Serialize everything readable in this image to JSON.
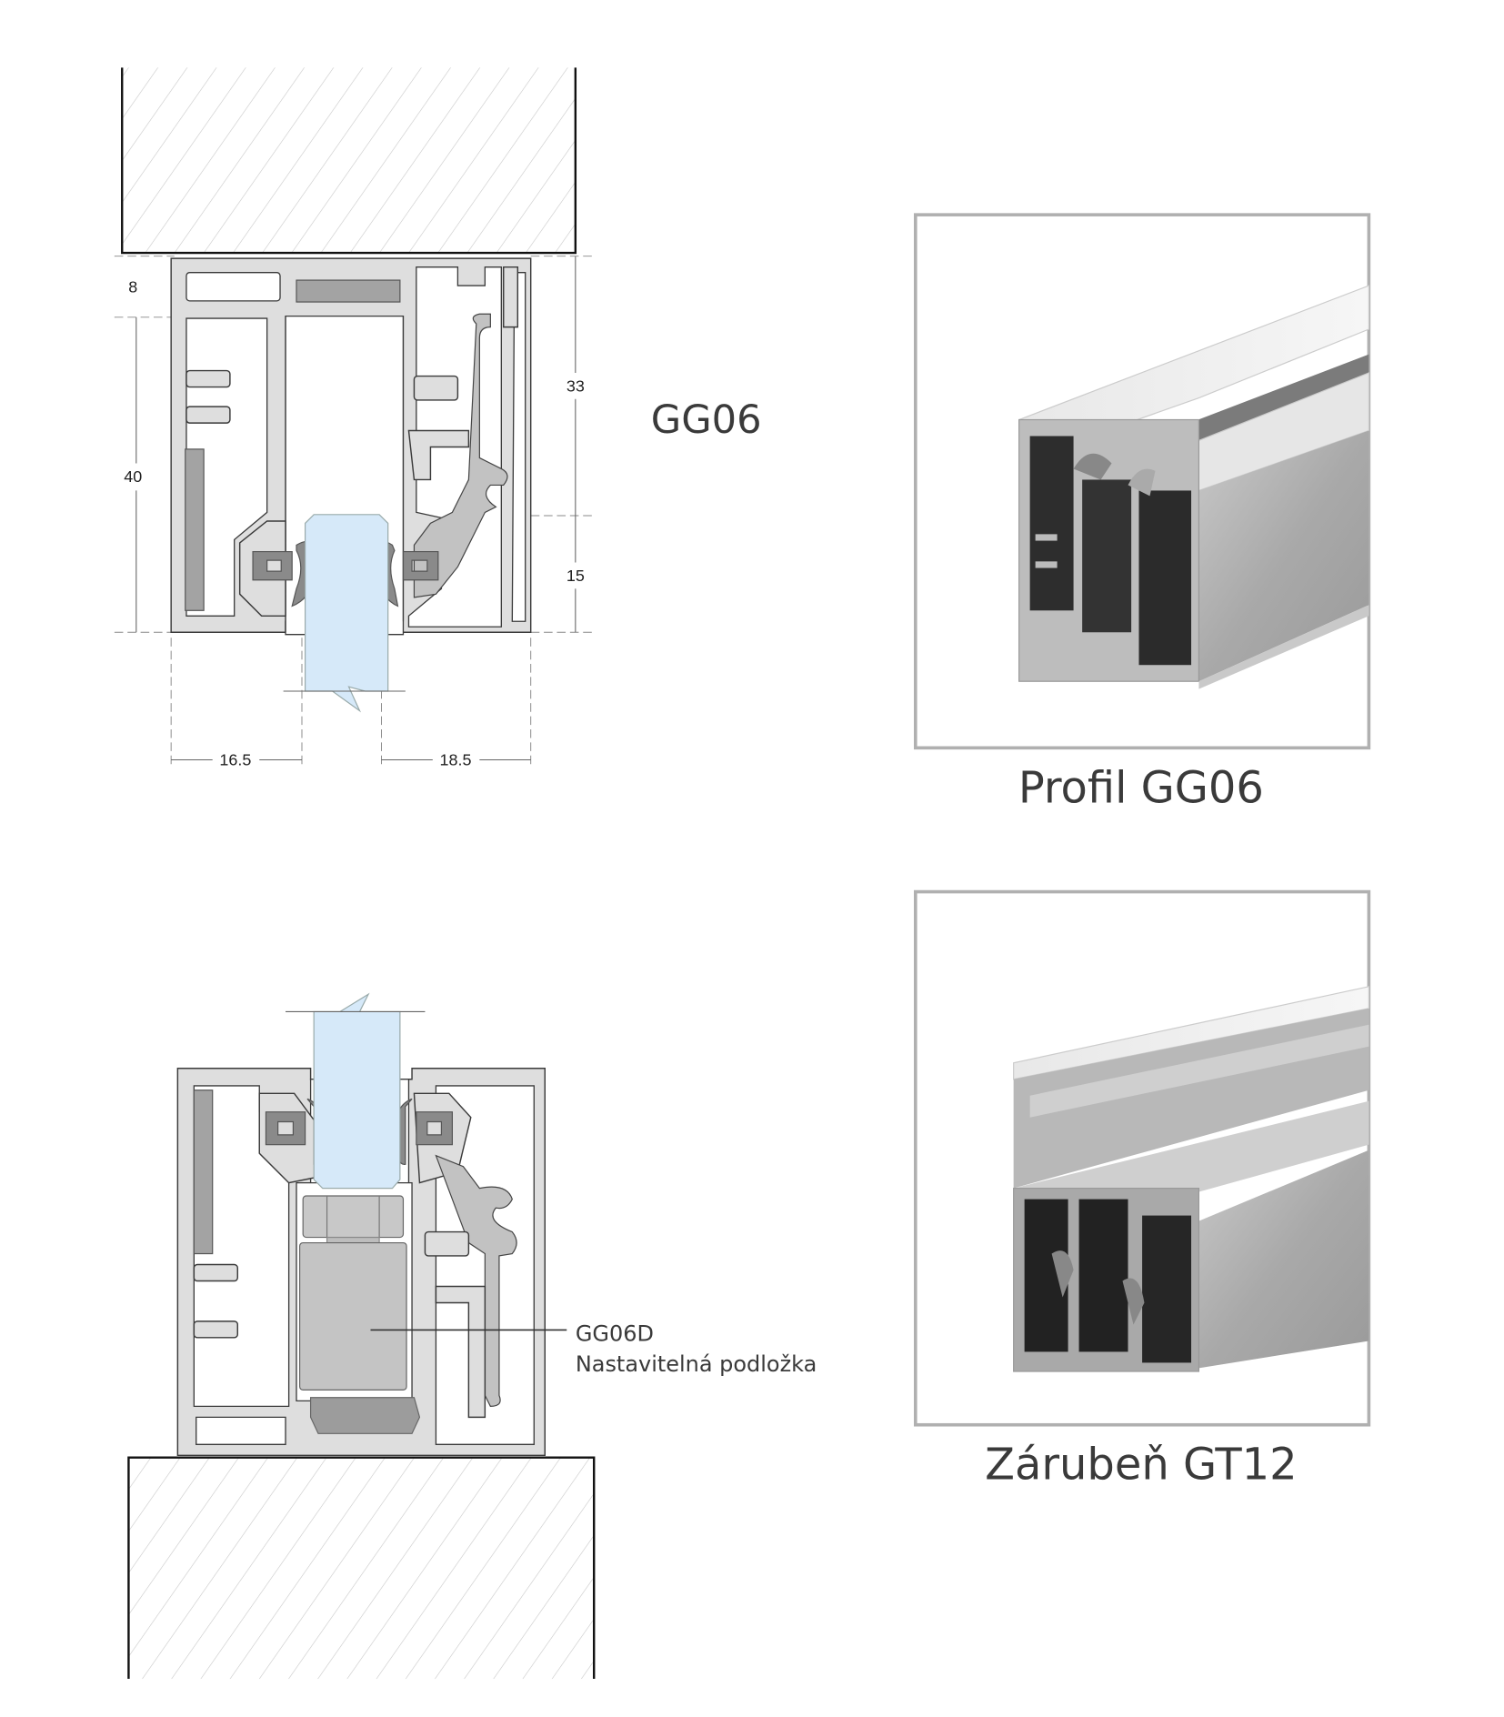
{
  "top_drawing": {
    "dimensions": {
      "top_height": "8",
      "total_height": "40",
      "right_upper": "33",
      "right_lower": "15",
      "left_width": "16.5",
      "right_width": "18.5"
    },
    "label": "GG06"
  },
  "bottom_drawing": {
    "callout_code": "GG06D",
    "callout_name": "Nastavitelná podložka"
  },
  "photos": [
    {
      "caption": "Profil GG06"
    },
    {
      "caption": "Zárubeň GT12"
    }
  ],
  "colors": {
    "glass": "#d6e9f9",
    "aluminium": "#dedede",
    "gasket": "#8a8a8a",
    "frame": "#b0b0b0"
  }
}
